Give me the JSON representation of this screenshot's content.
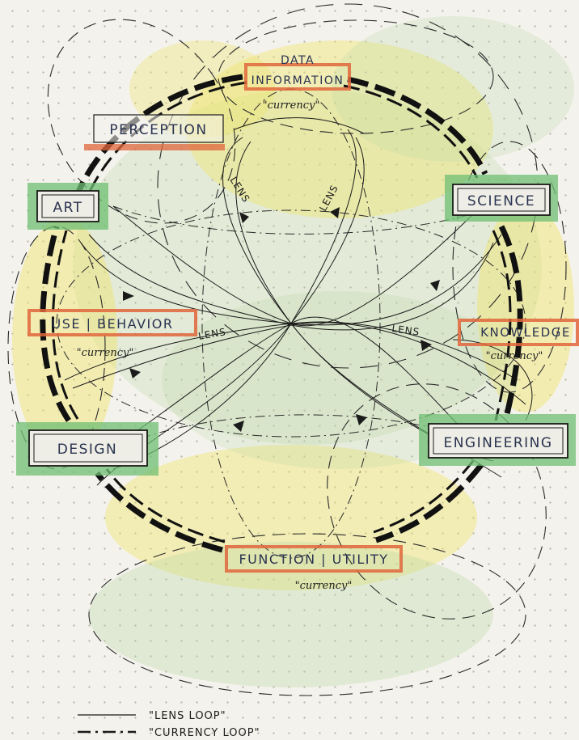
{
  "nodes": {
    "data_information": {
      "line1": "DATA",
      "line2": "INFORMATION",
      "currency": "\"currency\""
    },
    "perception": {
      "label": "PERCEPTION"
    },
    "art": {
      "label": "ART"
    },
    "science": {
      "label": "SCIENCE"
    },
    "use_behavior": {
      "label": "USE | BEHAVIOR",
      "currency": "\"currency\""
    },
    "knowledge": {
      "label": "KNOWLEDGE",
      "currency": "\"currency\""
    },
    "design": {
      "label": "DESIGN"
    },
    "engineering": {
      "label": "ENGINEERING"
    },
    "function_utility": {
      "label": "FUNCTION | UTILITY",
      "currency": "\"currency\""
    }
  },
  "lens_labels": [
    "LENS",
    "LENS",
    "LENS",
    "LENS"
  ],
  "legend": {
    "lens_loop": "\"LENS LOOP\"",
    "currency_loop": "\"CURRENCY LOOP\""
  },
  "colors": {
    "ink": "#1a1a1a",
    "box_text": "#2a3350",
    "green_highlight": "#6fbf73",
    "orange_highlight": "#e0663c",
    "yellow_wash": "#efe56a",
    "green_wash": "#b6d6a2"
  }
}
